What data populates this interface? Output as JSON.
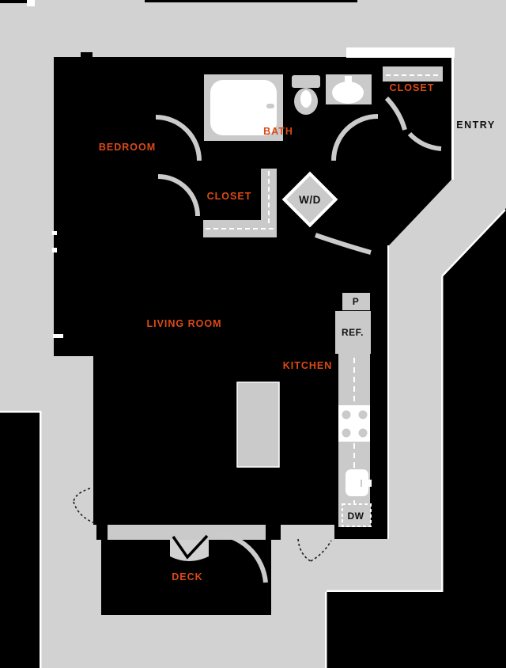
{
  "floorplan": {
    "colors": {
      "background": "#d2d2d2",
      "wall": "#000000",
      "fixture": "#cacaca",
      "accent_label": "#dc4a15",
      "dark_label": "#111111",
      "separator": "#ffffff"
    },
    "labels": {
      "bedroom": "BEDROOM",
      "bath": "BATH",
      "closet_bedroom": "CLOSET",
      "closet_entry": "CLOSET",
      "living_room": "LIVING ROOM",
      "kitchen": "KITCHEN",
      "deck": "DECK",
      "entry": "ENTRY",
      "washer_dryer": "W/D",
      "pantry": "P",
      "refrigerator": "REF.",
      "dishwasher": "DW"
    }
  }
}
